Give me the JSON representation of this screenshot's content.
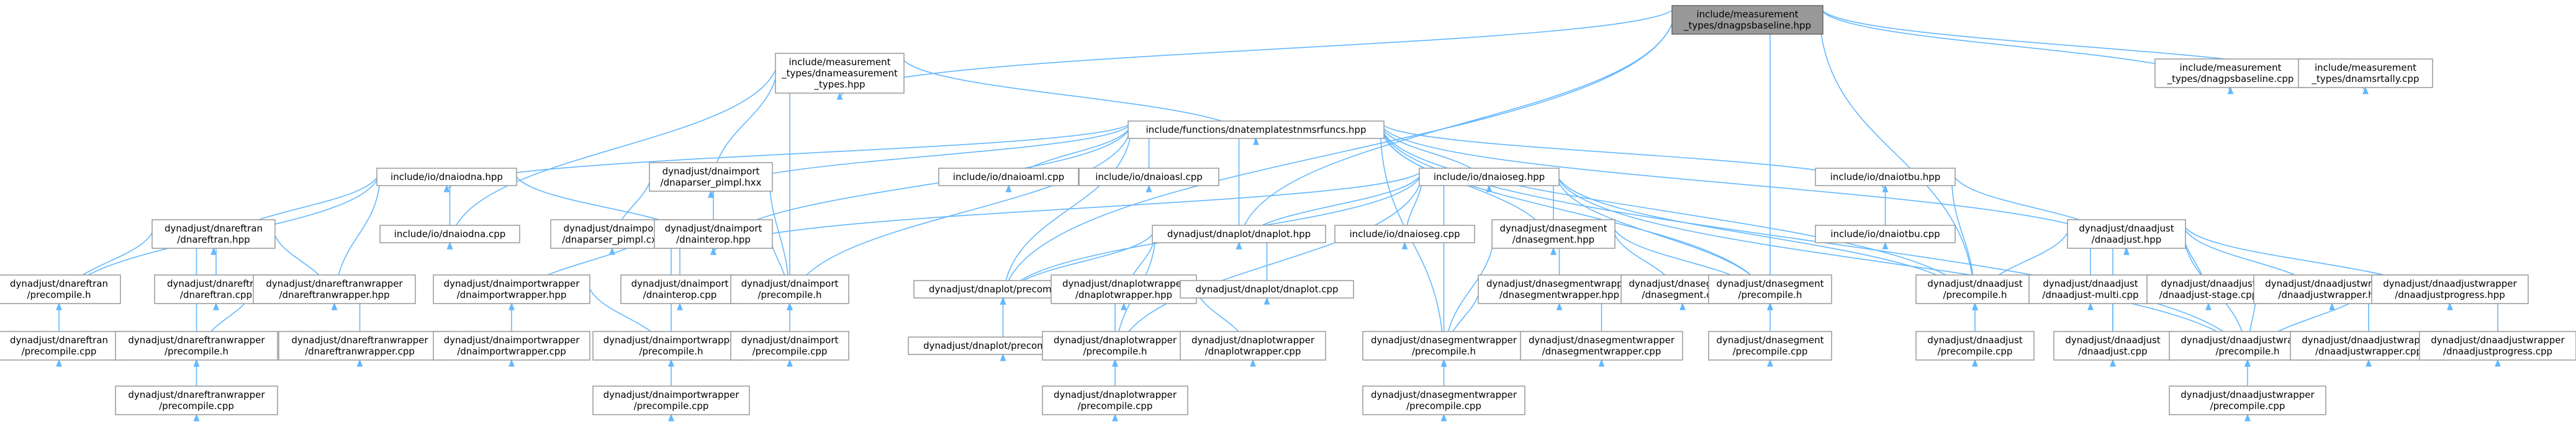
{
  "nodes": {
    "root": [
      "include/measurement",
      "_types/dnagpsbaseline.hpp"
    ],
    "meas_types_hpp": [
      "include/measurement",
      "_types/dnameasurement",
      "_types.hpp"
    ],
    "gpsbaseline_cpp": [
      "include/measurement",
      "_types/dnagpsbaseline.cpp"
    ],
    "msrtally_cpp": [
      "include/measurement",
      "_types/dnamsrtally.cpp"
    ],
    "templatestnmsrfuncs": [
      "include/functions/dnatemplatestnmsrfuncs.hpp"
    ],
    "dnaiodna_hpp": [
      "include/io/dnaiodna.hpp"
    ],
    "parser_pimpl_hxx": [
      "dynadjust/dnaimport",
      "/dnaparser_pimpl.hxx"
    ],
    "aml_cpp": [
      "include/io/dnaioaml.cpp"
    ],
    "asl_cpp": [
      "include/io/dnaioasl.cpp"
    ],
    "dnaioseg_hpp": [
      "include/io/dnaioseg.hpp"
    ],
    "dnaiotbu_hpp": [
      "include/io/dnaiotbu.hpp"
    ],
    "reftran_hpp": [
      "dynadjust/dnareftran",
      "/dnareftran.hpp"
    ],
    "dnaiodna_cpp": [
      "include/io/dnaiodna.cpp"
    ],
    "parser_pimpl_cxx": [
      "dynadjust/dnaimport",
      "/dnaparser_pimpl.cxx"
    ],
    "interop_hpp": [
      "dynadjust/dnaimport",
      "/dnainterop.hpp"
    ],
    "dnaplot_hpp": [
      "dynadjust/dnaplot/dnaplot.hpp"
    ],
    "dnaioseg_cpp": [
      "include/io/dnaioseg.cpp"
    ],
    "segment_hpp": [
      "dynadjust/dnasegment",
      "/dnasegment.hpp"
    ],
    "dnaiotbu_cpp": [
      "include/io/dnaiotbu.cpp"
    ],
    "adjust_hpp": [
      "dynadjust/dnaadjust",
      "/dnaadjust.hpp"
    ],
    "reftran_precompile_h": [
      "dynadjust/dnareftran",
      "/precompile.h"
    ],
    "reftran_cpp": [
      "dynadjust/dnareftran",
      "/dnareftran.cpp"
    ],
    "reftranwrapper_hpp": [
      "dynadjust/dnareftranwrapper",
      "/dnareftranwrapper.hpp"
    ],
    "importwrapper_hpp": [
      "dynadjust/dnaimportwrapper",
      "/dnaimportwrapper.hpp"
    ],
    "interop_cpp": [
      "dynadjust/dnaimport",
      "/dnainterop.cpp"
    ],
    "import_precompile_h": [
      "dynadjust/dnaimport",
      "/precompile.h"
    ],
    "plot_precompile_h": [
      "dynadjust/dnaplot/precompile.h"
    ],
    "plotwrapper_hpp": [
      "dynadjust/dnaplotwrapper",
      "/dnaplotwrapper.hpp"
    ],
    "dnaplot_cpp": [
      "dynadjust/dnaplot/dnaplot.cpp"
    ],
    "segmentwrapper_hpp": [
      "dynadjust/dnasegmentwrapper",
      "/dnasegmentwrapper.hpp"
    ],
    "segment_cpp": [
      "dynadjust/dnasegment",
      "/dnasegment.cpp"
    ],
    "segment_precompile_h": [
      "dynadjust/dnasegment",
      "/precompile.h"
    ],
    "adjust_precompile_h": [
      "dynadjust/dnaadjust",
      "/precompile.h"
    ],
    "adjust_multi_cpp": [
      "dynadjust/dnaadjust",
      "/dnaadjust-multi.cpp"
    ],
    "adjust_stage_cpp": [
      "dynadjust/dnaadjust",
      "/dnaadjust-stage.cpp"
    ],
    "adjustwrapper_hpp": [
      "dynadjust/dnaadjustwrapper",
      "/dnaadjustwrapper.hpp"
    ],
    "adjustprogress_hpp": [
      "dynadjust/dnaadjustwrapper",
      "/dnaadjustprogress.hpp"
    ],
    "reftran_precompile_cpp": [
      "dynadjust/dnareftran",
      "/precompile.cpp"
    ],
    "reftranwrapper_precompile_h": [
      "dynadjust/dnareftranwrapper",
      "/precompile.h"
    ],
    "reftranwrapper_cpp": [
      "dynadjust/dnareftranwrapper",
      "/dnareftranwrapper.cpp"
    ],
    "importwrapper_cpp": [
      "dynadjust/dnaimportwrapper",
      "/dnaimportwrapper.cpp"
    ],
    "importwrapper_precompile_h": [
      "dynadjust/dnaimportwrapper",
      "/precompile.h"
    ],
    "import_precompile_cpp": [
      "dynadjust/dnaimport",
      "/precompile.cpp"
    ],
    "plot_precompile_cpp": [
      "dynadjust/dnaplot/precompile.cpp"
    ],
    "plotwrapper_precompile_h": [
      "dynadjust/dnaplotwrapper",
      "/precompile.h"
    ],
    "plotwrapper_cpp": [
      "dynadjust/dnaplotwrapper",
      "/dnaplotwrapper.cpp"
    ],
    "segmentwrapper_precompile_h": [
      "dynadjust/dnasegmentwrapper",
      "/precompile.h"
    ],
    "segmentwrapper_cpp": [
      "dynadjust/dnasegmentwrapper",
      "/dnasegmentwrapper.cpp"
    ],
    "segment_precompile_cpp": [
      "dynadjust/dnasegment",
      "/precompile.cpp"
    ],
    "adjust_precompile_cpp": [
      "dynadjust/dnaadjust",
      "/precompile.cpp"
    ],
    "adjust_cpp": [
      "dynadjust/dnaadjust",
      "/dnaadjust.cpp"
    ],
    "adjustwrapper_precompile_h": [
      "dynadjust/dnaadjustwrapper",
      "/precompile.h"
    ],
    "adjustwrapper_cpp": [
      "dynadjust/dnaadjustwrapper",
      "/dnaadjustwrapper.cpp"
    ],
    "adjustprogress_cpp": [
      "dynadjust/dnaadjustwrapper",
      "/dnaadjustprogress.cpp"
    ],
    "reftranwrapper_precompile_cpp": [
      "dynadjust/dnareftranwrapper",
      "/precompile.cpp"
    ],
    "importwrapper_precompile_cpp": [
      "dynadjust/dnaimportwrapper",
      "/precompile.cpp"
    ],
    "plotwrapper_precompile_cpp": [
      "dynadjust/dnaplotwrapper",
      "/precompile.cpp"
    ],
    "segmentwrapper_precompile_cpp": [
      "dynadjust/dnasegmentwrapper",
      "/precompile.cpp"
    ],
    "adjustwrapper_precompile_cpp": [
      "dynadjust/dnaadjustwrapper",
      "/precompile.cpp"
    ]
  },
  "edges": [
    [
      "root",
      "meas_types_hpp"
    ],
    [
      "root",
      "gpsbaseline_cpp"
    ],
    [
      "root",
      "msrtally_cpp"
    ],
    [
      "root",
      "plot_precompile_h"
    ],
    [
      "root",
      "dnaplot_hpp"
    ],
    [
      "root",
      "segment_precompile_h"
    ],
    [
      "root",
      "adjust_precompile_h"
    ],
    [
      "meas_types_hpp",
      "templatestnmsrfuncs"
    ],
    [
      "meas_types_hpp",
      "dnaiodna_cpp"
    ],
    [
      "meas_types_hpp",
      "parser_pimpl_hxx"
    ],
    [
      "meas_types_hpp",
      "import_precompile_h"
    ],
    [
      "templatestnmsrfuncs",
      "dnaiodna_hpp"
    ],
    [
      "templatestnmsrfuncs",
      "parser_pimpl_hxx"
    ],
    [
      "templatestnmsrfuncs",
      "aml_cpp"
    ],
    [
      "templatestnmsrfuncs",
      "asl_cpp"
    ],
    [
      "templatestnmsrfuncs",
      "dnaioseg_hpp"
    ],
    [
      "templatestnmsrfuncs",
      "dnaiotbu_hpp"
    ],
    [
      "templatestnmsrfuncs",
      "interop_hpp"
    ],
    [
      "templatestnmsrfuncs",
      "dnaplot_hpp"
    ],
    [
      "templatestnmsrfuncs",
      "segment_hpp"
    ],
    [
      "templatestnmsrfuncs",
      "adjust_hpp"
    ],
    [
      "templatestnmsrfuncs",
      "import_precompile_h"
    ],
    [
      "templatestnmsrfuncs",
      "plot_precompile_h"
    ],
    [
      "templatestnmsrfuncs",
      "segmentwrapper_precompile_h"
    ],
    [
      "templatestnmsrfuncs",
      "segment_precompile_h"
    ],
    [
      "templatestnmsrfuncs",
      "adjust_precompile_h"
    ],
    [
      "templatestnmsrfuncs",
      "adjustwrapper_precompile_h"
    ],
    [
      "dnaiodna_hpp",
      "reftran_hpp"
    ],
    [
      "dnaiodna_hpp",
      "dnaiodna_cpp"
    ],
    [
      "dnaiodna_hpp",
      "interop_hpp"
    ],
    [
      "dnaiodna_hpp",
      "reftran_precompile_h"
    ],
    [
      "dnaiodna_hpp",
      "reftranwrapper_hpp"
    ],
    [
      "parser_pimpl_hxx",
      "parser_pimpl_cxx"
    ],
    [
      "parser_pimpl_hxx",
      "interop_hpp"
    ],
    [
      "parser_pimpl_hxx",
      "import_precompile_h"
    ],
    [
      "dnaioseg_hpp",
      "dnaioseg_cpp"
    ],
    [
      "dnaioseg_hpp",
      "interop_hpp"
    ],
    [
      "dnaioseg_hpp",
      "dnaplot_hpp"
    ],
    [
      "dnaioseg_hpp",
      "segment_hpp"
    ],
    [
      "dnaioseg_hpp",
      "plot_precompile_h"
    ],
    [
      "dnaioseg_hpp",
      "segment_precompile_h"
    ],
    [
      "dnaioseg_hpp",
      "segmentwrapper_precompile_h"
    ],
    [
      "dnaioseg_hpp",
      "adjust_precompile_h"
    ],
    [
      "dnaioseg_hpp",
      "plotwrapper_precompile_h"
    ],
    [
      "dnaioseg_hpp",
      "adjustwrapper_precompile_h"
    ],
    [
      "dnaiotbu_hpp",
      "dnaiotbu_cpp"
    ],
    [
      "dnaiotbu_hpp",
      "adjust_hpp"
    ],
    [
      "dnaiotbu_hpp",
      "adjust_precompile_h"
    ],
    [
      "reftran_hpp",
      "reftran_precompile_h"
    ],
    [
      "reftran_hpp",
      "reftran_cpp"
    ],
    [
      "reftran_hpp",
      "reftranwrapper_hpp"
    ],
    [
      "reftran_hpp",
      "reftranwrapper_precompile_h"
    ],
    [
      "interop_hpp",
      "importwrapper_hpp"
    ],
    [
      "interop_hpp",
      "interop_cpp"
    ],
    [
      "interop_hpp",
      "import_precompile_h"
    ],
    [
      "interop_hpp",
      "importwrapper_precompile_h"
    ],
    [
      "dnaplot_hpp",
      "plot_precompile_h"
    ],
    [
      "dnaplot_hpp",
      "plotwrapper_hpp"
    ],
    [
      "dnaplot_hpp",
      "dnaplot_cpp"
    ],
    [
      "dnaplot_hpp",
      "plotwrapper_precompile_h"
    ],
    [
      "segment_hpp",
      "segmentwrapper_hpp"
    ],
    [
      "segment_hpp",
      "segment_cpp"
    ],
    [
      "segment_hpp",
      "segment_precompile_h"
    ],
    [
      "segment_hpp",
      "segmentwrapper_precompile_h"
    ],
    [
      "adjust_hpp",
      "adjust_precompile_h"
    ],
    [
      "adjust_hpp",
      "adjust_multi_cpp"
    ],
    [
      "adjust_hpp",
      "adjust_stage_cpp"
    ],
    [
      "adjust_hpp",
      "adjustwrapper_hpp"
    ],
    [
      "adjust_hpp",
      "adjustprogress_hpp"
    ],
    [
      "adjust_hpp",
      "adjust_cpp"
    ],
    [
      "adjust_hpp",
      "adjustwrapper_precompile_h"
    ],
    [
      "reftran_precompile_h",
      "reftran_precompile_cpp"
    ],
    [
      "reftranwrapper_hpp",
      "reftranwrapper_precompile_h"
    ],
    [
      "reftranwrapper_hpp",
      "reftranwrapper_cpp"
    ],
    [
      "importwrapper_hpp",
      "importwrapper_cpp"
    ],
    [
      "importwrapper_hpp",
      "importwrapper_precompile_h"
    ],
    [
      "import_precompile_h",
      "import_precompile_cpp"
    ],
    [
      "plot_precompile_h",
      "plot_precompile_cpp"
    ],
    [
      "plotwrapper_hpp",
      "plotwrapper_precompile_h"
    ],
    [
      "plotwrapper_hpp",
      "plotwrapper_cpp"
    ],
    [
      "segmentwrapper_hpp",
      "segmentwrapper_precompile_h"
    ],
    [
      "segmentwrapper_hpp",
      "segmentwrapper_cpp"
    ],
    [
      "segment_precompile_h",
      "segment_precompile_cpp"
    ],
    [
      "adjust_precompile_h",
      "adjust_precompile_cpp"
    ],
    [
      "adjust_multi_cpp",
      "adjust_cpp"
    ],
    [
      "adjustwrapper_hpp",
      "adjustwrapper_precompile_h"
    ],
    [
      "adjustwrapper_hpp",
      "adjustwrapper_cpp"
    ],
    [
      "adjustprogress_hpp",
      "adjustwrapper_precompile_h"
    ],
    [
      "adjustprogress_hpp",
      "adjustprogress_cpp"
    ],
    [
      "reftranwrapper_precompile_h",
      "reftranwrapper_precompile_cpp"
    ],
    [
      "importwrapper_precompile_h",
      "importwrapper_precompile_cpp"
    ],
    [
      "plotwrapper_precompile_h",
      "plotwrapper_precompile_cpp"
    ],
    [
      "segmentwrapper_precompile_h",
      "segmentwrapper_precompile_cpp"
    ],
    [
      "adjustwrapper_precompile_h",
      "adjustwrapper_precompile_cpp"
    ]
  ],
  "colors": {
    "edge": "#63b8ff",
    "node_border": "#999999",
    "root_fill": "#999999"
  }
}
